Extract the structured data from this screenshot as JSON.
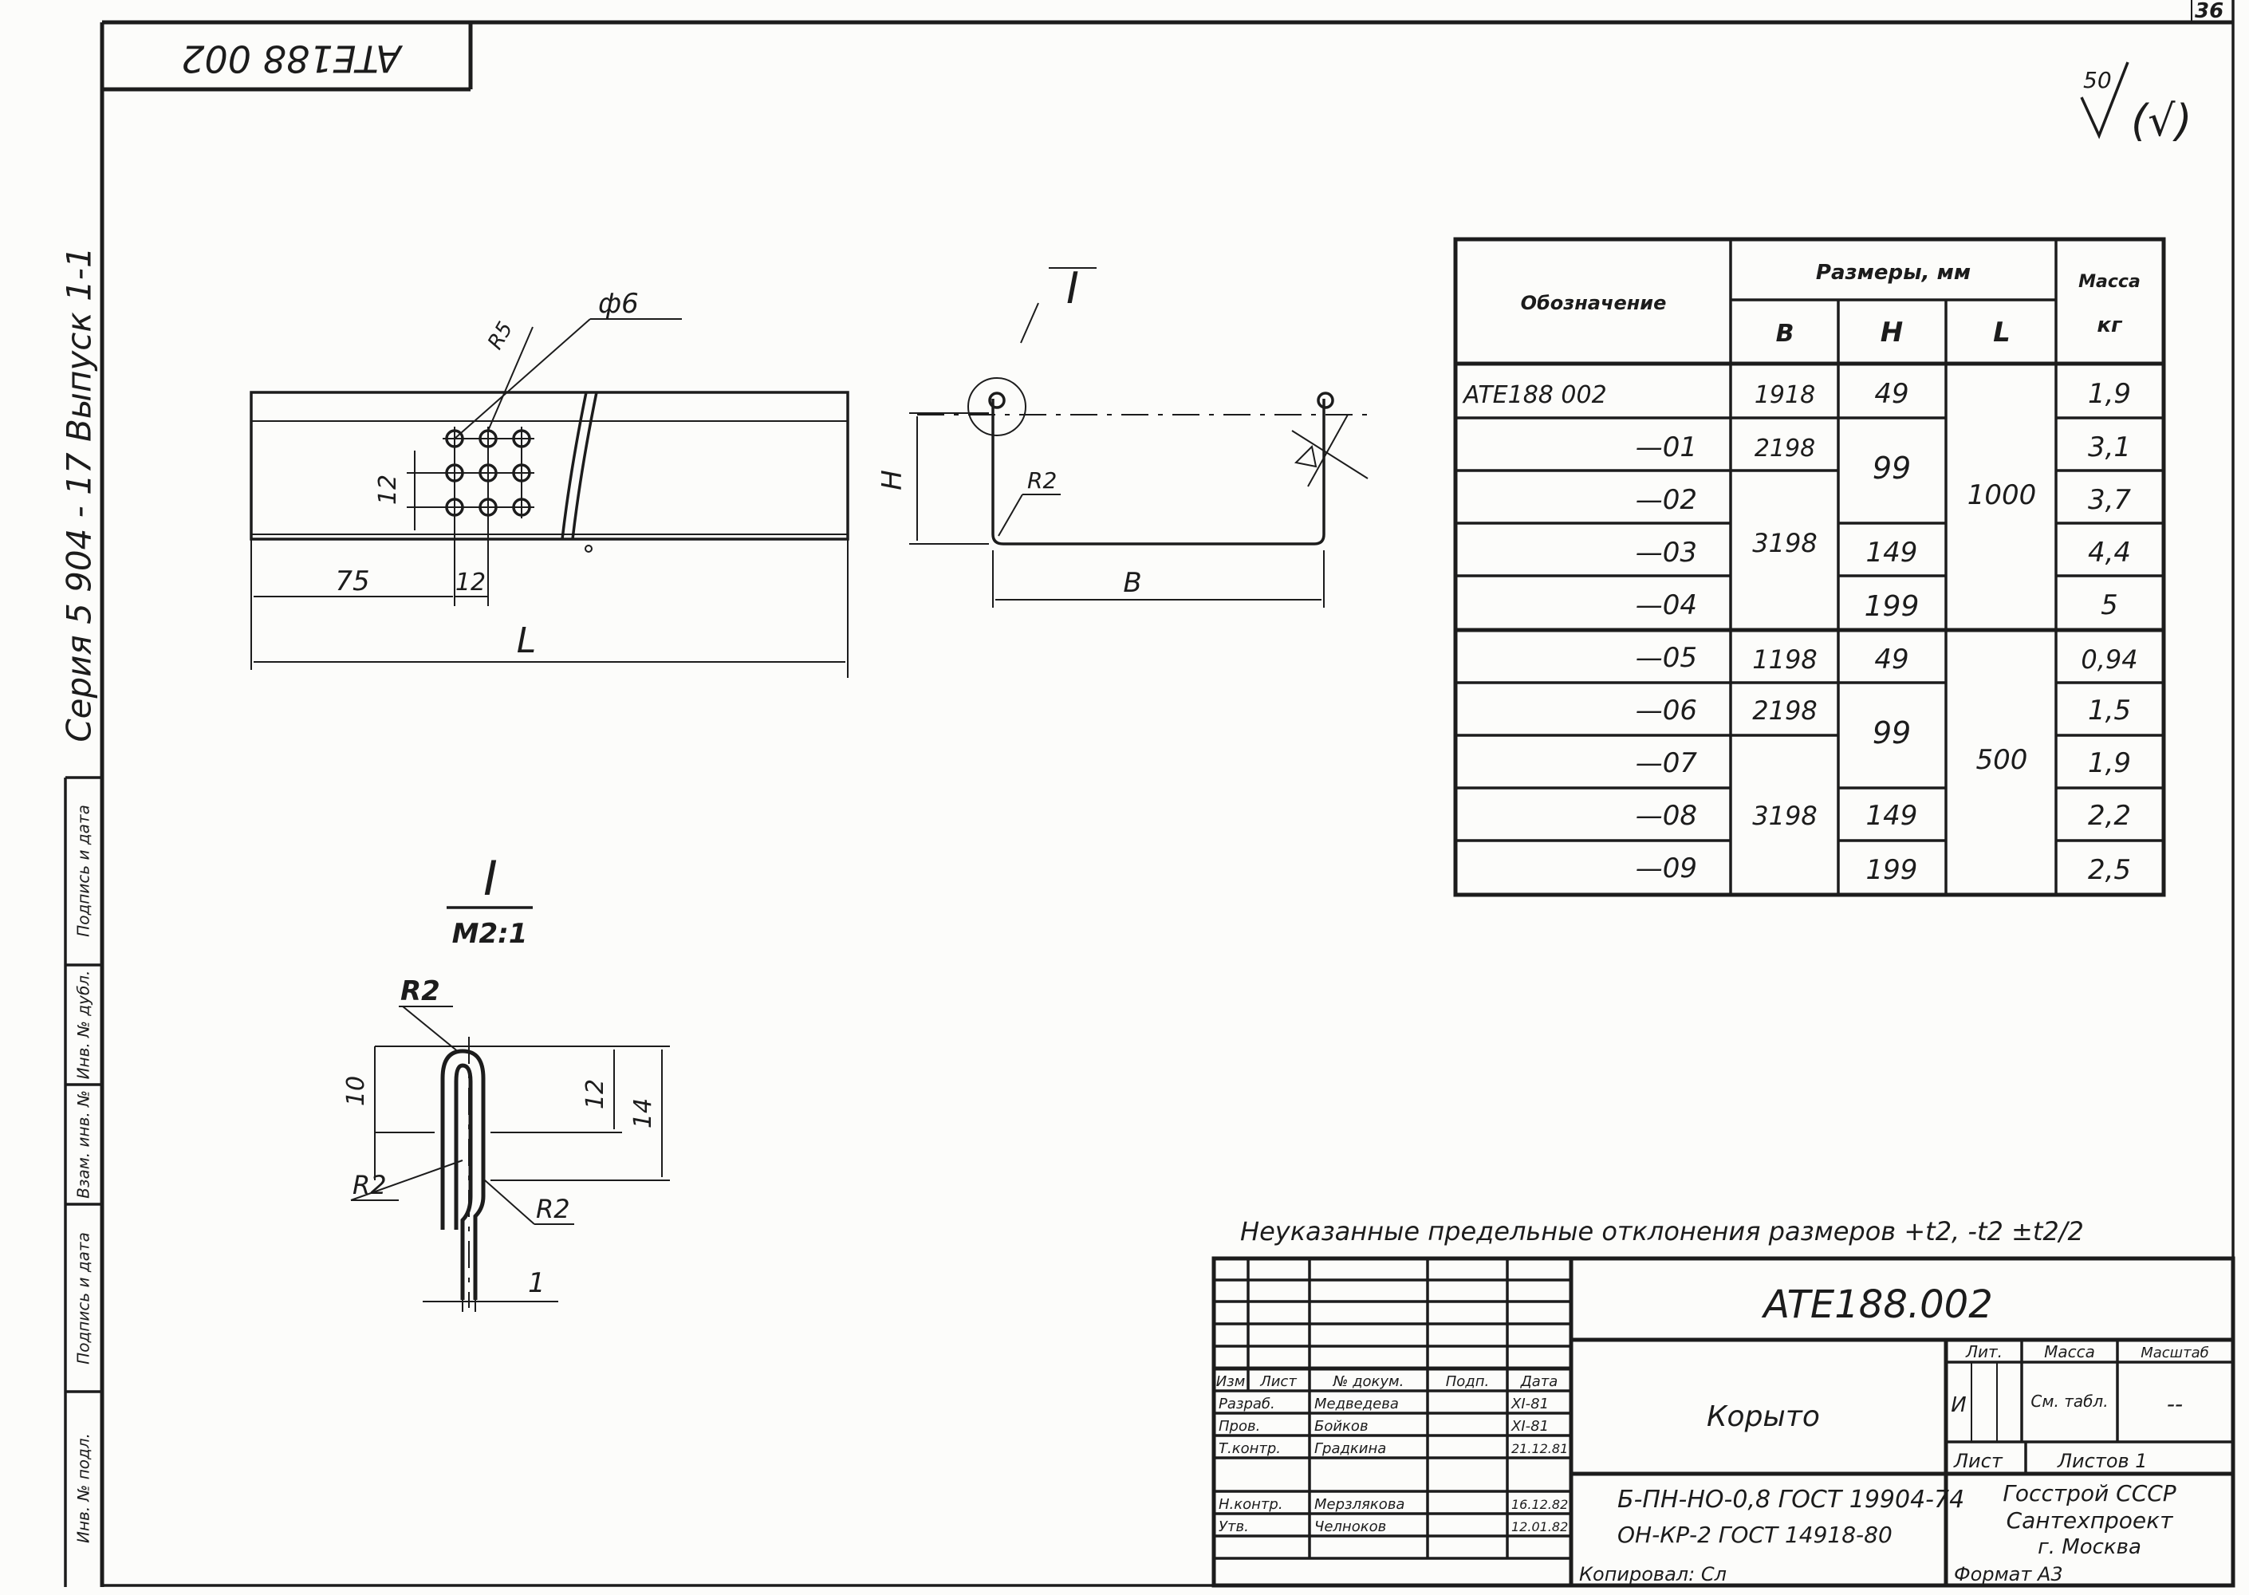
{
  "page_number": "36",
  "stamp_rotated": "ATE188 002",
  "roughness": {
    "value": "50",
    "suffix": "(√)"
  },
  "series_label": "Серия 5 904 - 17 Выпуск 1-1",
  "left_strip_labels": [
    "Инв. № подл.",
    "Подпись и дата",
    "Взам. инв. №",
    "Инв. № дубл.",
    "Подпись и дата"
  ],
  "plan_view": {
    "hole_label": "ф6",
    "r_label": "R5",
    "dim_75": "75",
    "dim_12_h": "12",
    "dim_12_v": "12",
    "dim_L": "L"
  },
  "section_view": {
    "detail_mark": "I",
    "dim_H": "H",
    "radius": "R2",
    "dim_B": "B"
  },
  "detail": {
    "mark": "I",
    "scale": "М2:1",
    "r_top": "R2",
    "r_left": "R2",
    "r_right": "R2",
    "dim_10": "10",
    "dim_12": "12",
    "dim_14": "14",
    "dim_1": "1"
  },
  "table": {
    "headers": {
      "designation": "Обозначение",
      "dims": "Размеры, мм",
      "B": "B",
      "H": "H",
      "L": "L",
      "mass": "Масса",
      "mass_unit": "кг"
    },
    "rows": [
      {
        "designation": "ATE188 002",
        "B": "1918",
        "H": "49",
        "L": "",
        "mass": "1,9"
      },
      {
        "designation": "—01",
        "B": "2198",
        "H": "",
        "L": "",
        "mass": "3,1"
      },
      {
        "designation": "—02",
        "B": "",
        "H": "99",
        "L": "1000",
        "mass": "3,7"
      },
      {
        "designation": "—03",
        "B": "3198",
        "H": "149",
        "L": "",
        "mass": "4,4"
      },
      {
        "designation": "—04",
        "B": "",
        "H": "199",
        "L": "",
        "mass": "5"
      },
      {
        "designation": "—05",
        "B": "1198",
        "H": "49",
        "L": "",
        "mass": "0,94"
      },
      {
        "designation": "—06",
        "B": "2198",
        "H": "",
        "L": "",
        "mass": "1,5"
      },
      {
        "designation": "—07",
        "B": "",
        "H": "99",
        "L": "500",
        "mass": "1,9"
      },
      {
        "designation": "—08",
        "B": "3198",
        "H": "149",
        "L": "",
        "mass": "2,2"
      },
      {
        "designation": "—09",
        "B": "",
        "H": "199",
        "L": "",
        "mass": "2,5"
      }
    ]
  },
  "tolerance_note": "Неуказанные предельные отклонения размеров +t2, -t2 ±t2/2",
  "title_block": {
    "code": "ATE188.002",
    "name": "Корыто",
    "material_line1": "Б-ПН-НО-0,8 ГОСТ 19904-74",
    "material_line2": "ОН-КР-2 ГОСТ 14918-80",
    "col_headers": [
      "Изм",
      "Лист",
      "№ докум.",
      "Подп.",
      "Дата"
    ],
    "roles": [
      {
        "role": "Разраб.",
        "name": "Медведева",
        "date": "XI-81"
      },
      {
        "role": "Пров.",
        "name": "Бойков",
        "date": "XI-81"
      },
      {
        "role": "Т.контр.",
        "name": "Градкина",
        "date": "21.12.81"
      },
      {
        "role": "Н.контр.",
        "name": "Мерзлякова",
        "date": "16.12.82"
      },
      {
        "role": "Утв.",
        "name": "Челноков",
        "date": "12.01.82"
      }
    ],
    "lit": "Лит.",
    "lit_value": "И",
    "mass_label": "Масса",
    "mass_value": "См. табл.",
    "scale_label": "Масштаб",
    "scale_value": "--",
    "sheet_label": "Лист",
    "sheets_label": "Листов 1",
    "org_line1": "Госстрой СССР",
    "org_line2": "Сантехпроект",
    "org_line3": "г. Москва",
    "copied": "Копировал: Сл",
    "format": "Формат А3"
  }
}
